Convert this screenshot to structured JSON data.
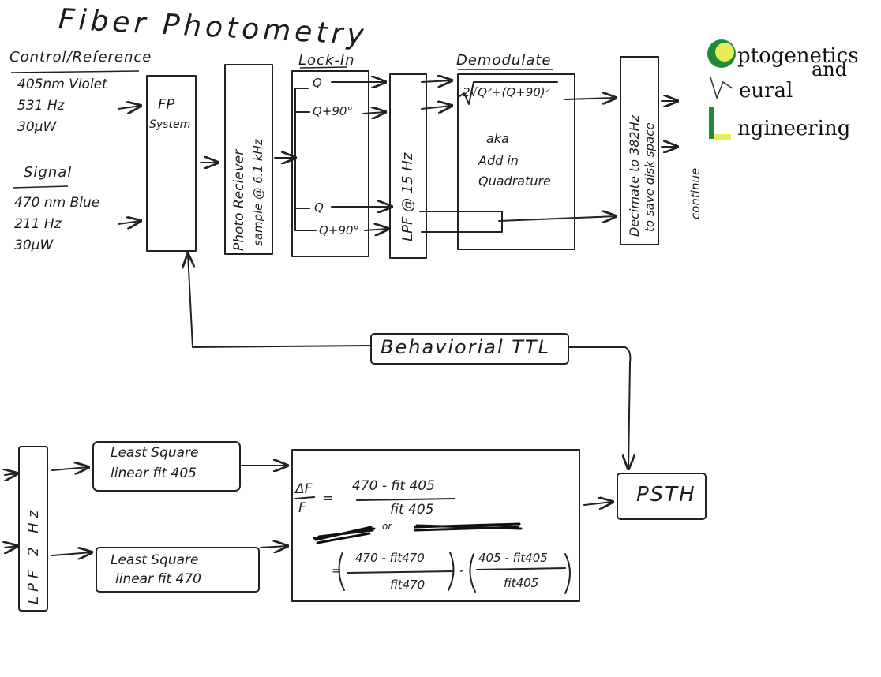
{
  "title": "Fiber Photometry",
  "control": {
    "heading": "Control/Reference",
    "lines": [
      "405nm Violet",
      "531 Hz",
      "30μW"
    ]
  },
  "signal": {
    "heading": "Signal",
    "lines": [
      "470 nm Blue",
      "211 Hz",
      "30μW"
    ]
  },
  "fp_system": {
    "line1": "FP",
    "line2": "System"
  },
  "photo_receiver": {
    "line1": "Photo Reciever",
    "line2": "sample @ 6.1 kHz"
  },
  "lockin": {
    "heading": "Lock-In",
    "q1": "Q",
    "q1b": "Q+90°",
    "q2": "Q",
    "q2b": "Q+90°"
  },
  "lpf_top": {
    "label": "LPF @ 15 Hz"
  },
  "demod": {
    "heading": "Demodulate",
    "formula": "2√Q²+(Q+90)²",
    "aka": "aka",
    "add_in": "Add in",
    "quadrature": "Quadrature"
  },
  "decimate": {
    "line1": "Decimate to 382Hz",
    "line2": "to save disk space"
  },
  "continue_label": "continue",
  "logo": {
    "line1": "ptogenetics",
    "and": "and",
    "line2": "eural",
    "line3": "ngineering"
  },
  "behavioral": {
    "label": "Behaviorial TTL"
  },
  "lpf_bottom": {
    "label": "LPF 2 Hz"
  },
  "lsq_top": {
    "line1": "Least Square",
    "line2": "linear fit 405"
  },
  "lsq_bottom": {
    "line1": "Least Square",
    "line2": "linear fit 470"
  },
  "dff": {
    "lhs_num": "ΔF",
    "lhs_den": "F",
    "eq": "=",
    "num1": "470 - fit 405",
    "den1": "fit 405",
    "or": "or",
    "num2": "470 - fit470",
    "den2": "fit470",
    "minus": "-",
    "num3": "405 - fit405",
    "den3": "fit405"
  },
  "psth": {
    "label": "PSTH"
  }
}
